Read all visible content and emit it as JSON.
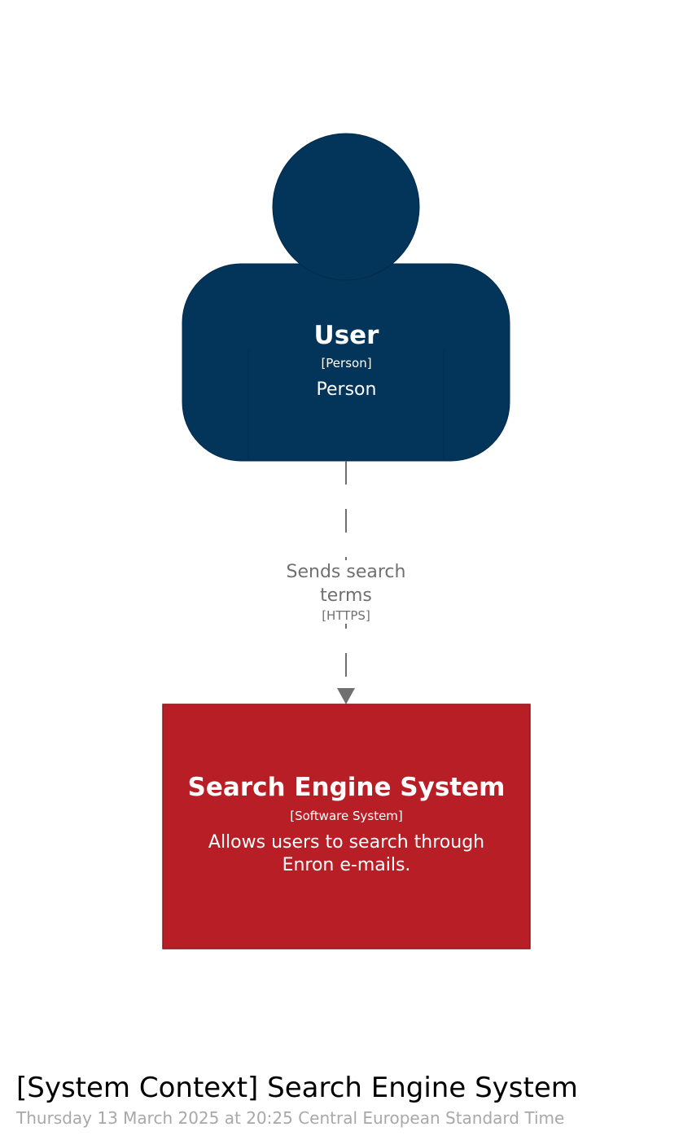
{
  "person": {
    "name": "User",
    "type": "[Person]",
    "description": "Person",
    "color": "#03345a"
  },
  "relationship": {
    "label": "Sends search terms",
    "technology": "[HTTPS]",
    "line_color": "#707070"
  },
  "software_system": {
    "name": "Search Engine System",
    "type": "[Software System]",
    "description": "Allows users to search through Enron e-mails.",
    "color": "#b81e25"
  },
  "footer": {
    "title": "[System Context] Search Engine System",
    "timestamp": "Thursday 13 March 2025 at 20:25 Central European Standard Time"
  }
}
